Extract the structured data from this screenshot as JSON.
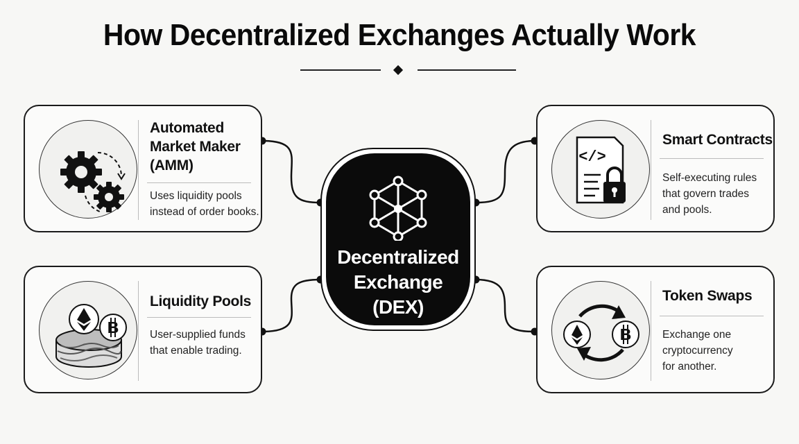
{
  "title": "How Decentralized Exchanges Actually Work",
  "hub": {
    "label_lines": [
      "Decentralized",
      "Exchange",
      "(DEX)"
    ],
    "icon": "network-cube-icon"
  },
  "cards": {
    "amm": {
      "heading_lines": [
        "Automated",
        "Market Maker",
        "(AMM)"
      ],
      "desc_lines": [
        "Uses liquidity pools",
        "instead of order books."
      ],
      "icon": "gears-icon"
    },
    "pools": {
      "heading_lines": [
        "Liquidity Pools"
      ],
      "desc_lines": [
        "User-supplied funds",
        "that enable trading."
      ],
      "icon": "liquidity-pool-icon"
    },
    "contracts": {
      "heading_lines": [
        "Smart Contracts"
      ],
      "desc_lines": [
        "Self-executing rules",
        "that govern trades",
        "and pools."
      ],
      "icon": "code-document-lock-icon"
    },
    "swaps": {
      "heading_lines": [
        "Token Swaps"
      ],
      "desc_lines": [
        "Exchange one",
        "cryptocurrency",
        "for another."
      ],
      "icon": "swap-arrows-icon"
    }
  },
  "colors": {
    "ink": "#111111",
    "background": "#f7f7f5",
    "hub_fill": "#0b0b0b",
    "hub_text": "#ffffff"
  }
}
